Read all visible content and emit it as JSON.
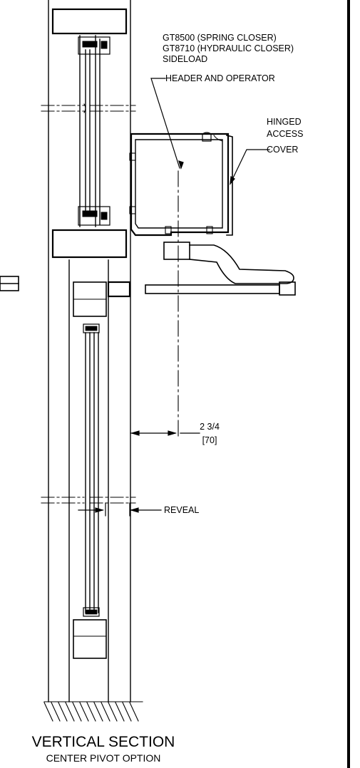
{
  "callouts": {
    "operator_line1": "GT8500 (SPRING CLOSER)",
    "operator_line2": "GT8710 (HYDRAULIC CLOSER)",
    "operator_line3": "SIDELOAD",
    "operator_line4": "HEADER AND OPERATOR",
    "cover_line1": "HINGED",
    "cover_line2": "ACCESS",
    "cover_line3": "COVER",
    "dimension_imperial": "2 3/4",
    "dimension_metric": "[70]",
    "reveal": "REVEAL"
  },
  "title": {
    "main": "VERTICAL SECTION",
    "sub": "CENTER PIVOT OPTION"
  }
}
